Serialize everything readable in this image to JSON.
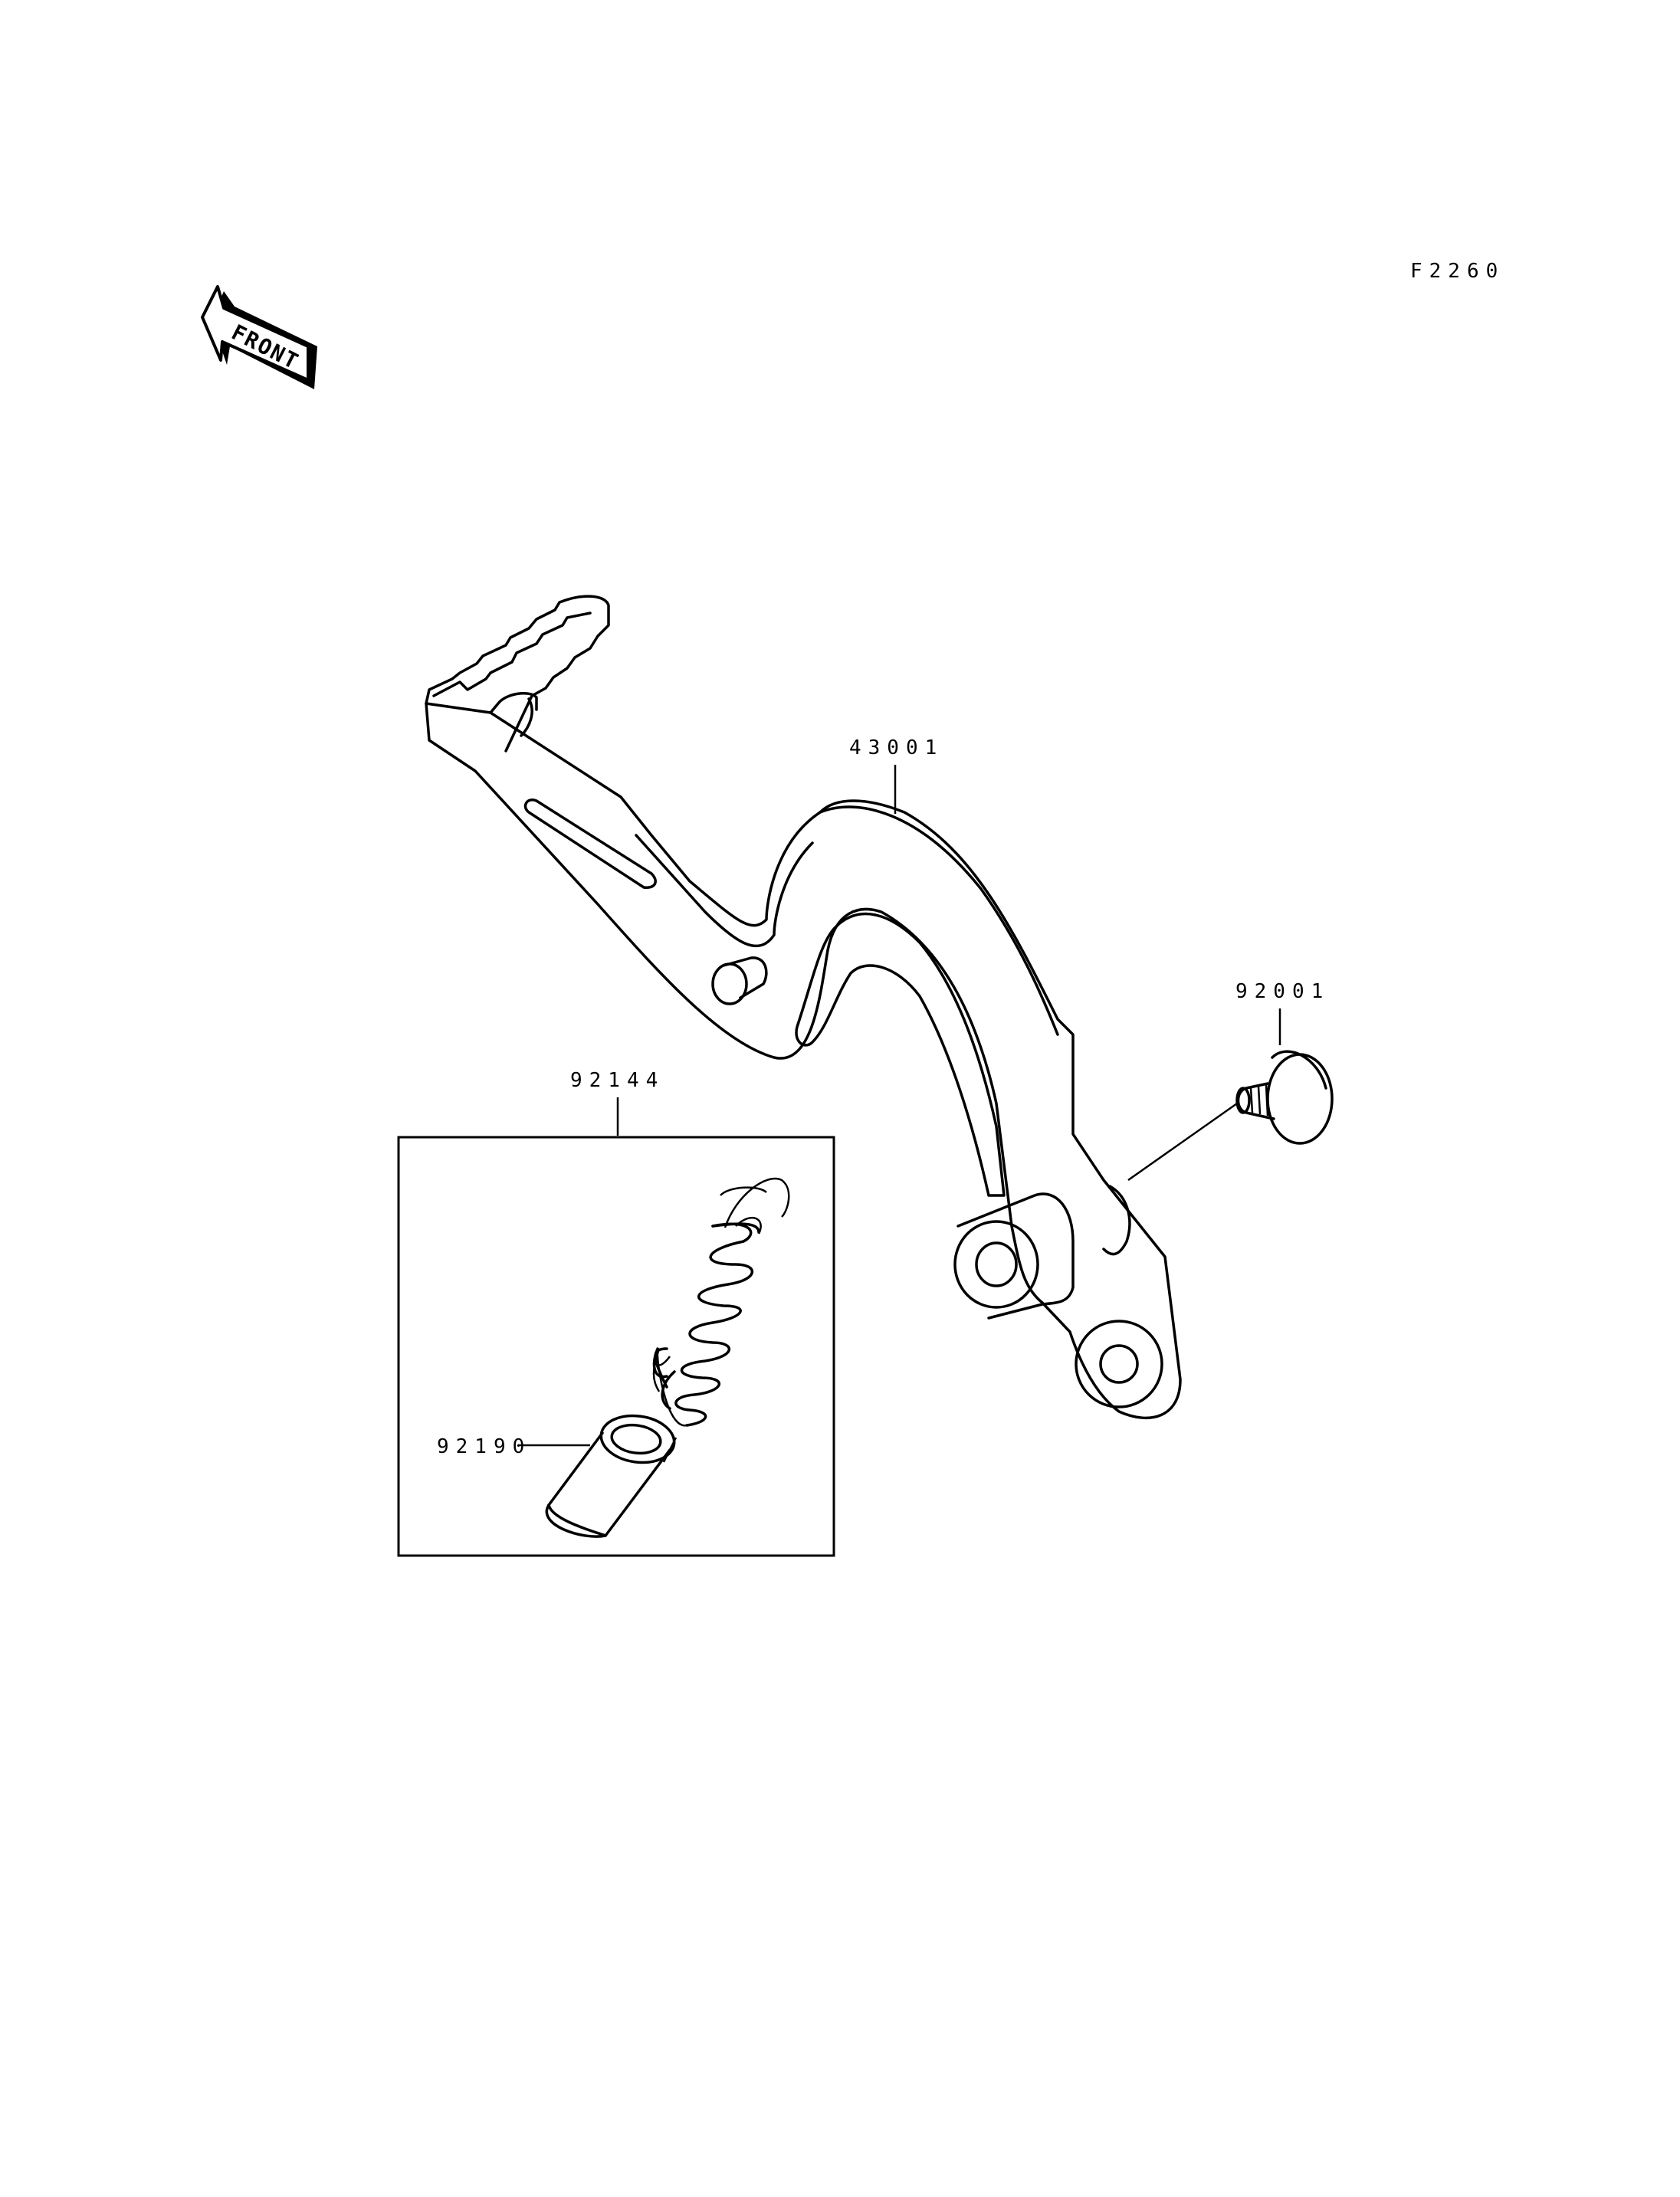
{
  "figure_code": "F2260",
  "front_arrow_label": "FRONT",
  "parts": [
    {
      "id": "brake-pedal",
      "number": "43001"
    },
    {
      "id": "bolt",
      "number": "92001"
    },
    {
      "id": "spring",
      "number": "92144"
    },
    {
      "id": "collar",
      "number": "92190"
    }
  ]
}
